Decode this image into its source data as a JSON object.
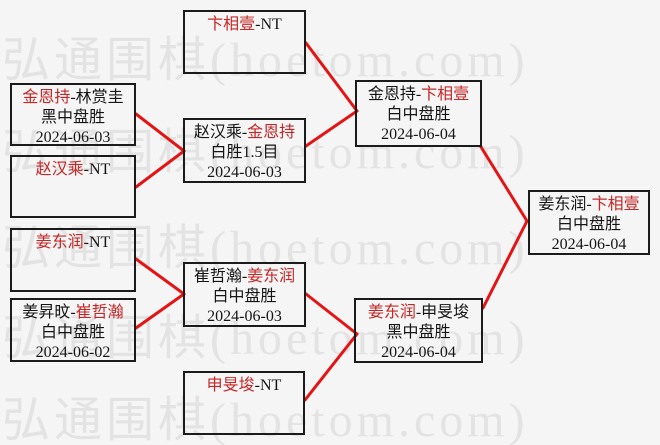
{
  "colors": {
    "background": "#f5f5f5",
    "box_border": "#1b1b1b",
    "text": "#151515",
    "winner_red": "#c52626",
    "connector_red": "#e51414",
    "watermark_gray": "#e3e3e3"
  },
  "watermark": {
    "text": "弘通围棋(hoetom.com)"
  },
  "matches": {
    "byun_nt": {
      "first": "卞相壹",
      "second": "-NT",
      "result": "",
      "date": ""
    },
    "kim_lim": {
      "first": "金恩持",
      "second": "-林赏圭",
      "result": "黑中盘胜",
      "date": "2024-06-03"
    },
    "cho_nt": {
      "first": "赵汉乘",
      "second": "-NT",
      "result": "",
      "date": ""
    },
    "cho_kim": {
      "first": "赵汉乘-",
      "second": "金恩持",
      "result": "白胜1.5目",
      "date": "2024-06-03"
    },
    "kim_byun": {
      "first": "金恩持-",
      "second": "卞相壹",
      "result": "白中盘胜",
      "date": "2024-06-04"
    },
    "kang_nt": {
      "first": "姜东润",
      "second": "-NT",
      "result": "",
      "date": ""
    },
    "kangsm_choi": {
      "first": "姜昇旼-",
      "second": "崔哲瀚",
      "result": "白中盘胜",
      "date": "2024-06-02"
    },
    "choi_kang": {
      "first": "崔哲瀚-",
      "second": "姜东润",
      "result": "白中盘胜",
      "date": "2024-06-03"
    },
    "shin_nt": {
      "first": "申旻埈",
      "second": "-NT",
      "result": "",
      "date": ""
    },
    "kang_shin": {
      "first": "姜东润",
      "second": "-申旻埈",
      "result": "黑中盘胜",
      "date": "2024-06-04"
    },
    "final": {
      "first": "姜东润-",
      "second": "卞相壹",
      "result": "白中盘胜",
      "date": "2024-06-04"
    }
  }
}
